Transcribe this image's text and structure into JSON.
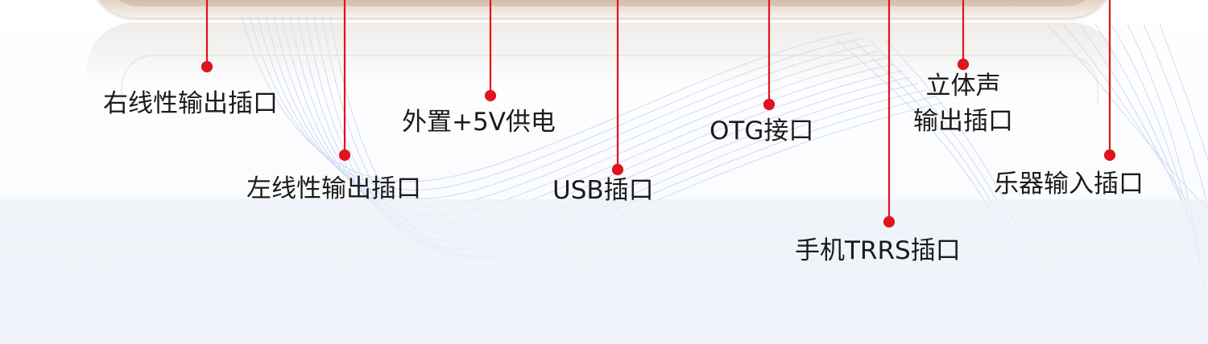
{
  "colors": {
    "leader_line": "#e0141e",
    "label_text": "#1b1b1b",
    "wave": "#b9c6ef"
  },
  "labels": {
    "right_line_out": "右线性输出插口",
    "left_line_out": "左线性输出插口",
    "ext_power": "外置+5V供电",
    "usb": "USB插口",
    "otg": "OTG接口",
    "phone_trrs": "手机TRRS插口",
    "stereo_out_line1": "立体声",
    "stereo_out_line2": "输出插口",
    "instrument_in": "乐器输入插口"
  }
}
